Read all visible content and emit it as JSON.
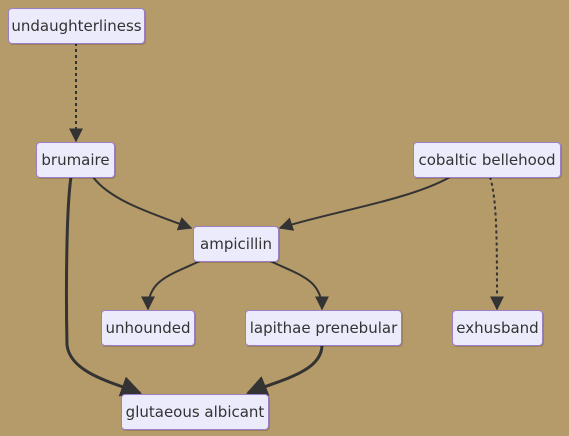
{
  "nodes": {
    "undaughterliness": "undaughterliness",
    "brumaire": "brumaire",
    "cobaltic_bellehood": "cobaltic bellehood",
    "ampicillin": "ampicillin",
    "unhounded": "unhounded",
    "lapithae_prenebular": "lapithae prenebular",
    "exhusband": "exhusband",
    "glutaeous_albicant": "glutaeous albicant"
  },
  "edges": [
    {
      "from": "undaughterliness",
      "to": "brumaire",
      "style": "dotted"
    },
    {
      "from": "brumaire",
      "to": "ampicillin",
      "style": "solid"
    },
    {
      "from": "cobaltic_bellehood",
      "to": "ampicillin",
      "style": "solid"
    },
    {
      "from": "cobaltic_bellehood",
      "to": "exhusband",
      "style": "dotted"
    },
    {
      "from": "ampicillin",
      "to": "unhounded",
      "style": "solid"
    },
    {
      "from": "ampicillin",
      "to": "lapithae_prenebular",
      "style": "solid"
    },
    {
      "from": "brumaire",
      "to": "glutaeous_albicant",
      "style": "thick"
    },
    {
      "from": "lapithae_prenebular",
      "to": "glutaeous_albicant",
      "style": "thick"
    }
  ],
  "colors": {
    "background": "#b59a6a",
    "node_fill": "#ecebfb",
    "node_border": "#9a7fc7",
    "edge": "#333333",
    "text": "#333333"
  }
}
